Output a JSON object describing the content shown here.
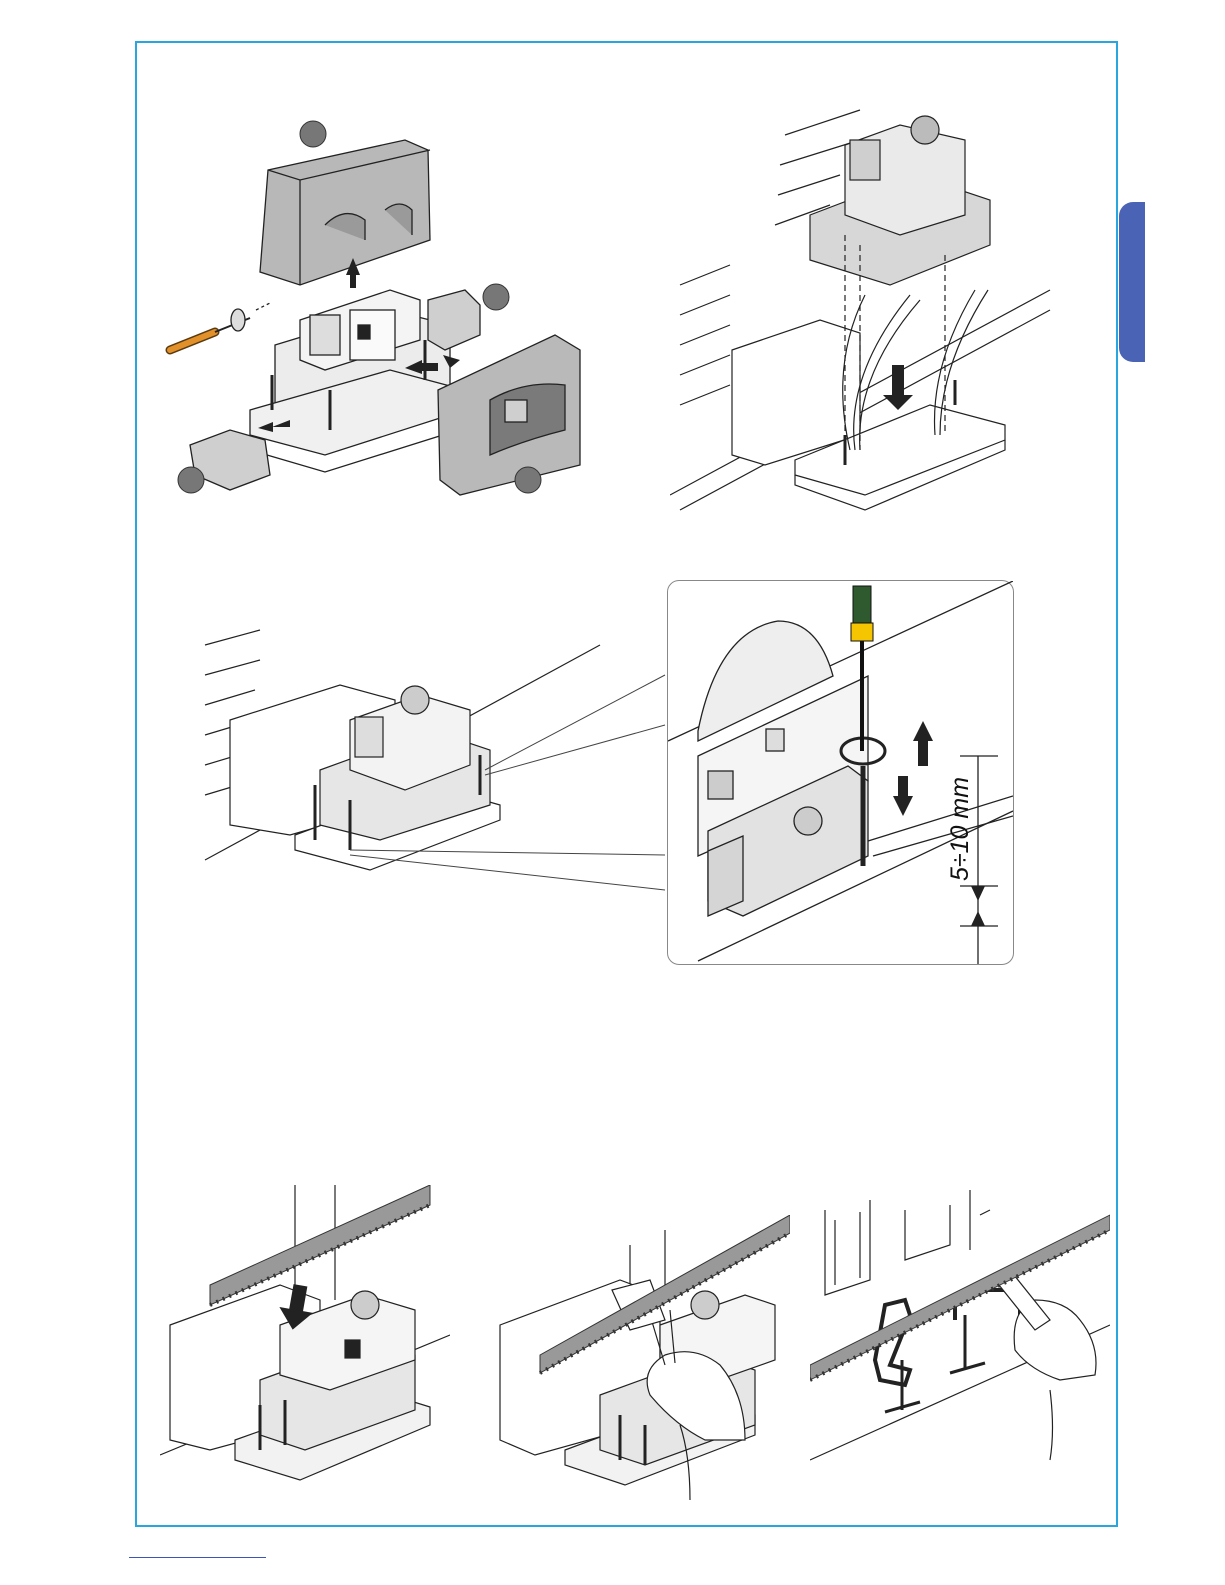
{
  "page": {
    "accent_color": "#29a6dd",
    "tab_color": "#4a63b5"
  },
  "figures": {
    "fig1": {
      "name": "cover-removal",
      "callout_count": 4
    },
    "fig2": {
      "name": "motor-placement-on-base"
    },
    "fig3": {
      "name": "motor-level-adjustment"
    },
    "fig3_detail": {
      "dimension_label": "5÷10 mm"
    },
    "fig4": {
      "name": "rack-placement"
    },
    "fig5": {
      "name": "rack-clamp"
    },
    "fig6": {
      "name": "rack-clamp-and-weld"
    }
  },
  "icons": [
    "screwdriver-icon",
    "arrow-icon",
    "rotate-icon",
    "clamp-icon",
    "hand-icon"
  ]
}
